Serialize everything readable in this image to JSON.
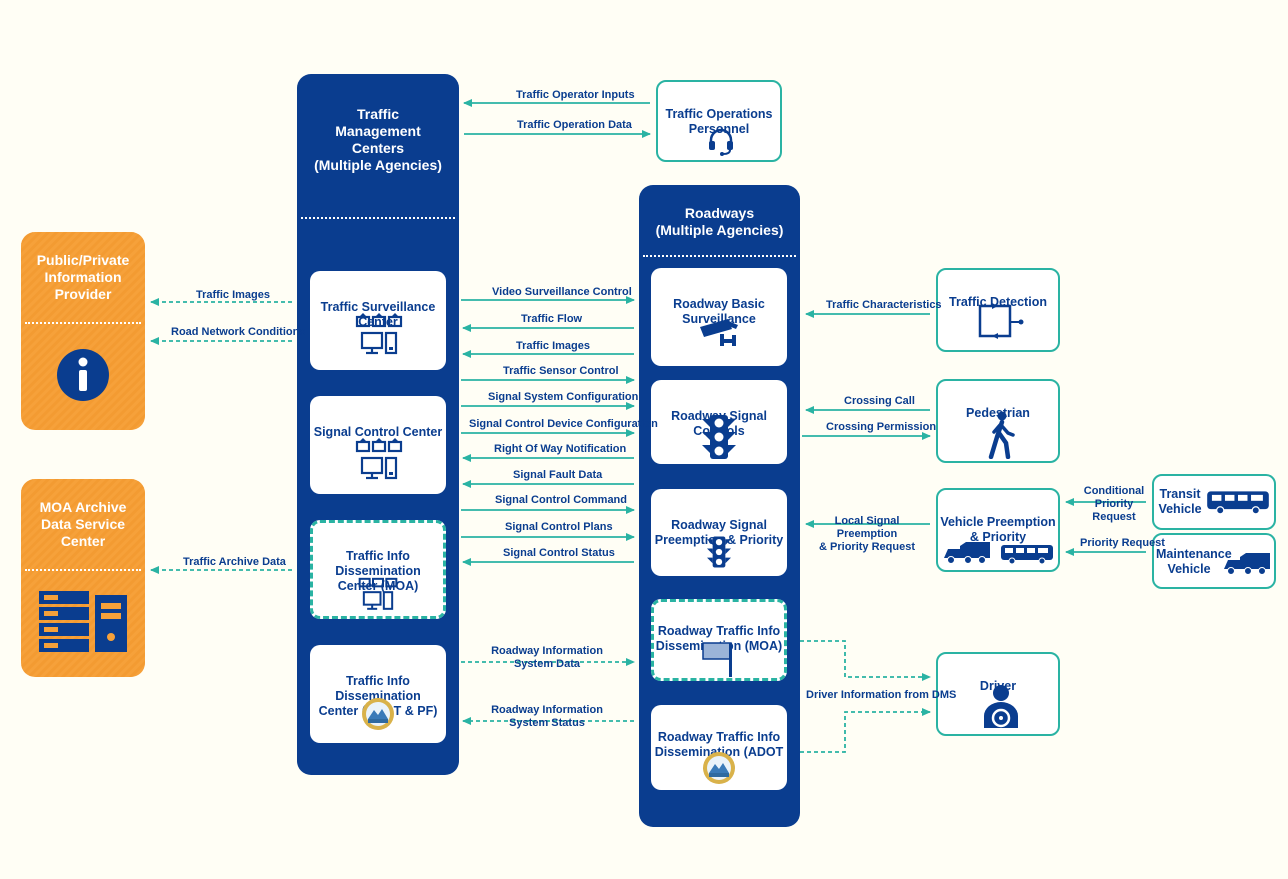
{
  "columns": {
    "tmc": {
      "title": "Traffic\nManagement\nCenters\n(Multiple Agencies)"
    },
    "roadways": {
      "title": "Roadways\n(Multiple Agencies)"
    }
  },
  "tmc_boxes": {
    "surveillance": "Traffic Surveillance Center",
    "signal": "Signal Control Center",
    "tid_moa": "Traffic Info Dissemination\nCenter (MOA)",
    "tid_adot": "Traffic Info Dissemination\nCenter (ADOT & PF)"
  },
  "roadway_boxes": {
    "basic": "Roadway Basic\nSurveillance",
    "signal_controls": "Roadway Signal Controls",
    "preemption": "Roadway Signal\nPreemption & Priority",
    "tid_moa": "Roadway Traffic Info\nDissemination (MOA)",
    "tid_adot": "Roadway Traffic Info\nDissemination (ADOT & PF)"
  },
  "left_boxes": {
    "provider": "Public/Private\nInformation\nProvider",
    "archive": "MOA Archive\nData Service\nCenter"
  },
  "right_boxes": {
    "personnel": "Traffic Operations\nPersonnel",
    "detection": "Traffic Detection",
    "pedestrian": "Pedestrian",
    "vehicle_preemption": "Vehicle Preemption\n& Priority",
    "transit": "Transit\nVehicle",
    "maintenance": "Maintenance\nVehicle",
    "driver": "Driver"
  },
  "flows": {
    "operator_inputs": "Traffic Operator Inputs",
    "operation_data": "Traffic Operation Data",
    "traffic_images_left": "Traffic Images",
    "road_network": "Road Network Conditions",
    "archive_data": "Traffic Archive Data",
    "video_control": "Video Surveillance Control",
    "traffic_flow": "Traffic Flow",
    "traffic_images": "Traffic Images",
    "sensor_control": "Traffic Sensor Control",
    "system_config": "Signal System Configuration",
    "device_config": "Signal Control Device Configuration",
    "row_notification": "Right Of Way Notification",
    "fault_data": "Signal Fault Data",
    "control_command": "Signal Control Command",
    "control_plans": "Signal Control Plans",
    "control_status": "Signal Control Status",
    "ris_data": "Roadway Information\nSystem Data",
    "ris_status": "Roadway Information\nSystem Status",
    "characteristics": "Traffic Characteristics",
    "crossing_call": "Crossing Call",
    "crossing_permission": "Crossing Permission",
    "local_preemption": "Local Signal Preemption\n& Priority Request",
    "conditional_priority": "Conditional\nPriority Request",
    "priority_request": "Priority Request",
    "dms_info": "Driver Information from DMS"
  },
  "colors": {
    "navy": "#0a3d8f",
    "teal": "#2ab3a3",
    "orange": "#f6a13a",
    "background": "#fffef5"
  },
  "icons": [
    "monitors-icon",
    "headset-icon",
    "camera-icon",
    "traffic-light-icon",
    "sign-icon",
    "seal-icon",
    "detector-loop-icon",
    "pedestrian-icon",
    "bus-icon",
    "truck-icon",
    "driver-icon",
    "info-icon",
    "server-icon"
  ]
}
